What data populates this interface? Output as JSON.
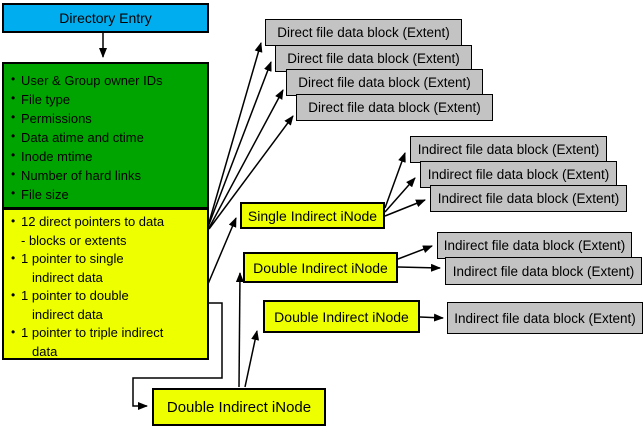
{
  "colors": {
    "cyan": "#00AEEF",
    "green": "#00A400",
    "yellow": "#EEFF00",
    "gray": "#C3C3C3",
    "line": "#000000"
  },
  "labels": {
    "directory_entry": "Directory Entry",
    "single_indirect": "Single Indirect iNode",
    "double_indirect": "Double Indirect iNode",
    "direct_block": "Direct file data block (Extent)",
    "indirect_block": "Indirect file data block (Extent)"
  },
  "inode_metadata": [
    "User & Group owner IDs",
    "File type",
    "Permissions",
    "Data atime and ctime",
    "Inode mtime",
    "Number of hard links",
    "File size"
  ],
  "inode_pointers": [
    "12 direct pointers to data",
    "- blocks or extents",
    "1 pointer to single",
    "indirect data",
    "1 pointer to double",
    "indirect data",
    "1 pointer to triple indirect",
    "data"
  ]
}
